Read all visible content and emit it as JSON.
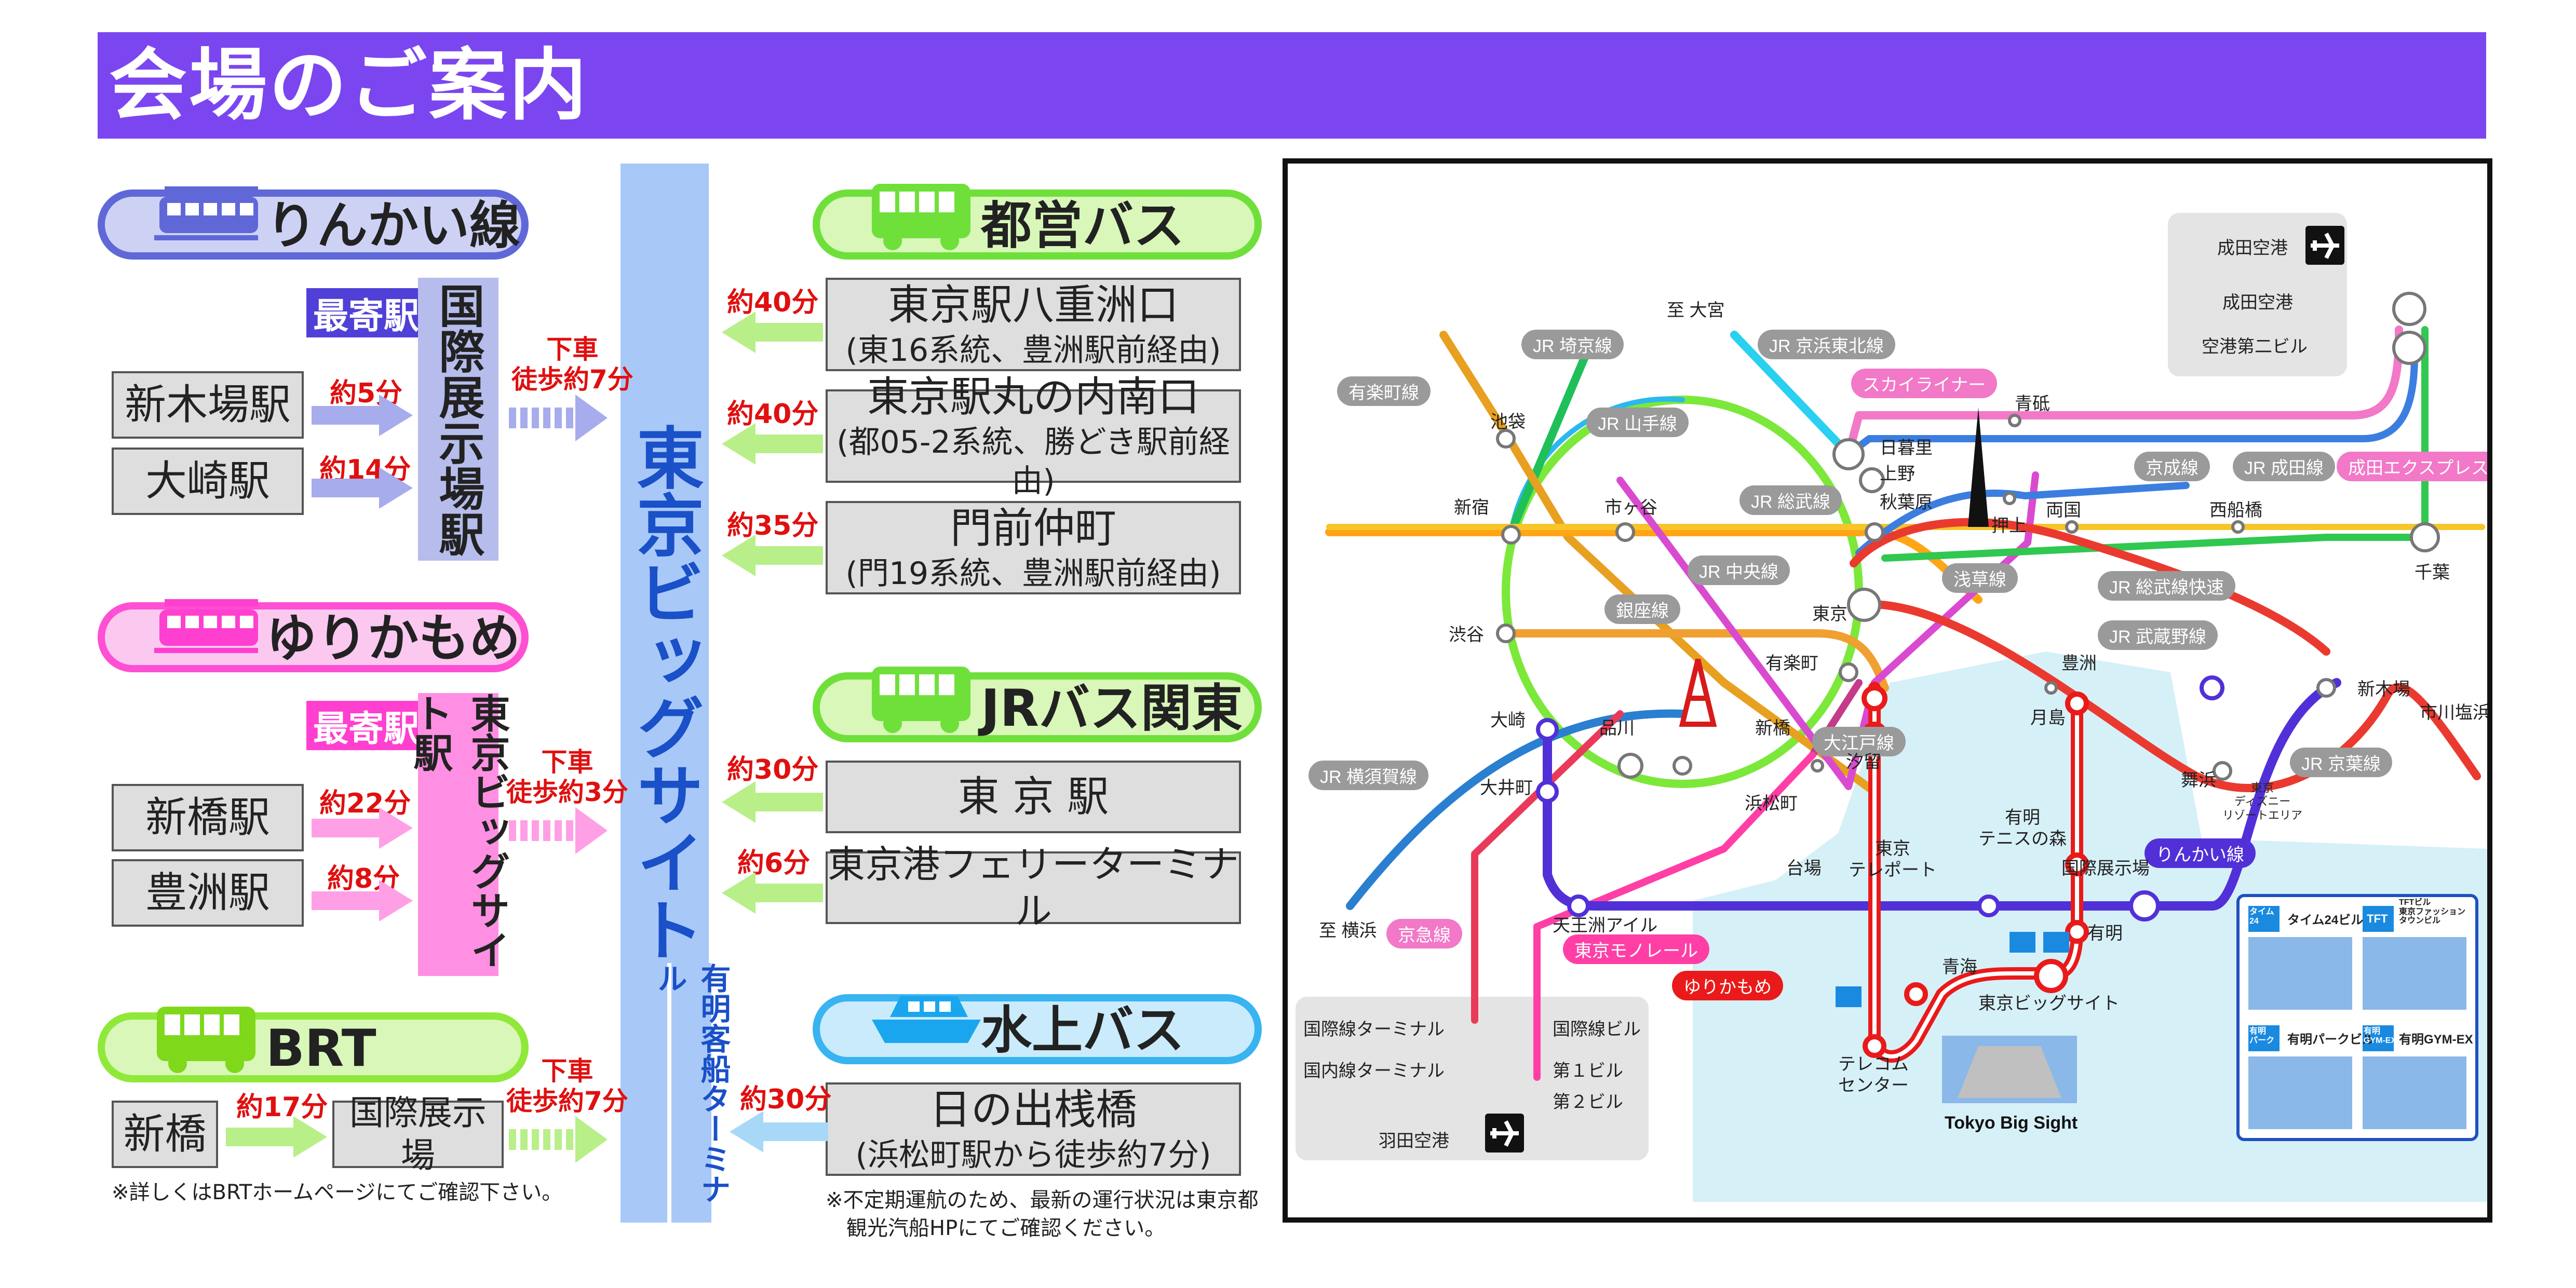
{
  "title": "会場のご案内",
  "colors": {
    "header": "#7b46f0",
    "rinkai": "#6068d8",
    "yurikamome": "#ff4fd3",
    "brt": "#90e83a",
    "toei_bus": "#6fe03a",
    "jr_bus": "#6fe03a",
    "water_bus": "#38b4f0",
    "bigsight_column": "#a8c8f8"
  },
  "venue": {
    "name": "東京ビッグサイト",
    "terminal": "有明客船ターミナル"
  },
  "rinkai": {
    "name": "りんかい線",
    "nearest_badge": "最寄駅",
    "nearest_station": "国際展示場駅",
    "walk": "下車\n徒歩約7分",
    "routes": [
      {
        "from": "新木場駅",
        "time": "約5分"
      },
      {
        "from": "大崎駅",
        "time": "約14分"
      }
    ]
  },
  "yurikamome": {
    "name": "ゆりかもめ",
    "nearest_badge": "最寄駅",
    "nearest_station": "東京ビッグサイト駅",
    "walk": "下車\n徒歩約3分",
    "routes": [
      {
        "from": "新橋駅",
        "time": "約22分"
      },
      {
        "from": "豊洲駅",
        "time": "約8分"
      }
    ]
  },
  "brt": {
    "name": "BRT",
    "from": "新橋",
    "time": "約17分",
    "to": "国際展示場",
    "walk": "下車\n徒歩約7分",
    "note": "※詳しくはBRTホームページにてご確認下さい。"
  },
  "toei_bus": {
    "name": "都営バス",
    "routes": [
      {
        "time": "約40分",
        "stop": "東京駅八重洲口",
        "detail": "(東16系統、豊洲駅前経由)"
      },
      {
        "time": "約40分",
        "stop": "東京駅丸の内南口",
        "detail": "(都05-2系統、勝どき駅前経由)"
      },
      {
        "time": "約35分",
        "stop": "門前仲町",
        "detail": "(門19系統、豊洲駅前経由)"
      }
    ]
  },
  "jr_bus": {
    "name": "JRバス関東",
    "routes": [
      {
        "time": "約30分",
        "stop": "東 京 駅"
      },
      {
        "time": "約6分",
        "stop": "東京港フェリーターミナル"
      }
    ]
  },
  "water_bus": {
    "name": "水上バス",
    "time": "約30分",
    "stop": "日の出桟橋",
    "detail": "(浜松町駅から徒歩約7分)",
    "note": "※不定期運航のため、最新の運行状況は東京都\n　観光汽船HPにてご確認ください。"
  },
  "map": {
    "stations": {
      "ikebukuro": "池袋",
      "shinjuku": "新宿",
      "shibuya": "渋谷",
      "ichigaya": "市ヶ谷",
      "nippori": "日暮里",
      "ueno": "上野",
      "akihabara": "秋葉原",
      "tokyo": "東京",
      "yurakucho": "有楽町",
      "shinbashi": "新橋",
      "shiodome": "汐留",
      "shinagawa": "品川",
      "osaki": "大崎",
      "oimachi": "大井町",
      "hamamatsucho": "浜松町",
      "tennozu": "天王洲アイル",
      "aoto": "青砥",
      "oshiage": "押上",
      "ryogoku": "両国",
      "funabashi": "西船橋",
      "chiba": "千葉",
      "tsukishima": "月島",
      "toyosu": "豊洲",
      "shinkiba": "新木場",
      "ichikawa": "市川塩浜",
      "maihama": "舞浜",
      "disney": "東京\nディズニー\nリゾートエリア",
      "daiba": "台場",
      "teleport": "東京\nテレポート",
      "kokusai": "国際展示場",
      "ariake_tennis": "有明\nテニスの森",
      "ariake": "有明",
      "aomi": "青海",
      "telecom": "テレコム\nセンター",
      "bigsight": "東京ビッグサイト",
      "omiya": "至 大宮",
      "yokohama": "至 横浜",
      "narita_top": "成田空港",
      "narita": "成田空港",
      "narita2": "空港第二ビル",
      "haneda": "羽田空港",
      "intl_terminal": "国際線ターミナル",
      "dom_terminal": "国内線ターミナル",
      "intl_bldg": "国際線ビル",
      "bldg1": "第１ビル",
      "bldg2": "第２ビル"
    },
    "lines": {
      "yurakucho": "有楽町線",
      "saikyo": "JR 埼京線",
      "keihin": "JR 京浜東北線",
      "yamanote": "JR 山手線",
      "skyliner": "スカイライナー",
      "sobu": "JR 総武線",
      "chuo": "JR 中央線",
      "ginza": "銀座線",
      "asakusa": "浅草線",
      "keisei": "京成線",
      "narita_line": "JR 成田線",
      "narita_express": "成田エクスプレス",
      "sobu_rapid": "JR 総武線快速",
      "musashino": "JR 武蔵野線",
      "oedo": "大江戸線",
      "yokosuka": "JR 横須賀線",
      "keiyo": "JR 京葉線",
      "keikyu": "京急線",
      "monorail": "東京モノレール",
      "yurikamome": "ゆりかもめ",
      "rinkai": "りんかい線"
    },
    "inset": {
      "time24": "タイム24ビル",
      "tft": "TFTビル\n東京ファッション\nタウンビル",
      "parkbldg": "有明パークビル",
      "gymex": "有明GYM-EX",
      "badge_time24": "タイム\n24",
      "badge_tft": "TFT",
      "badge_park": "有明\nパーク",
      "badge_gym": "有明\nGYM-EX",
      "bigsight_en": "Tokyo Big Sight"
    }
  }
}
